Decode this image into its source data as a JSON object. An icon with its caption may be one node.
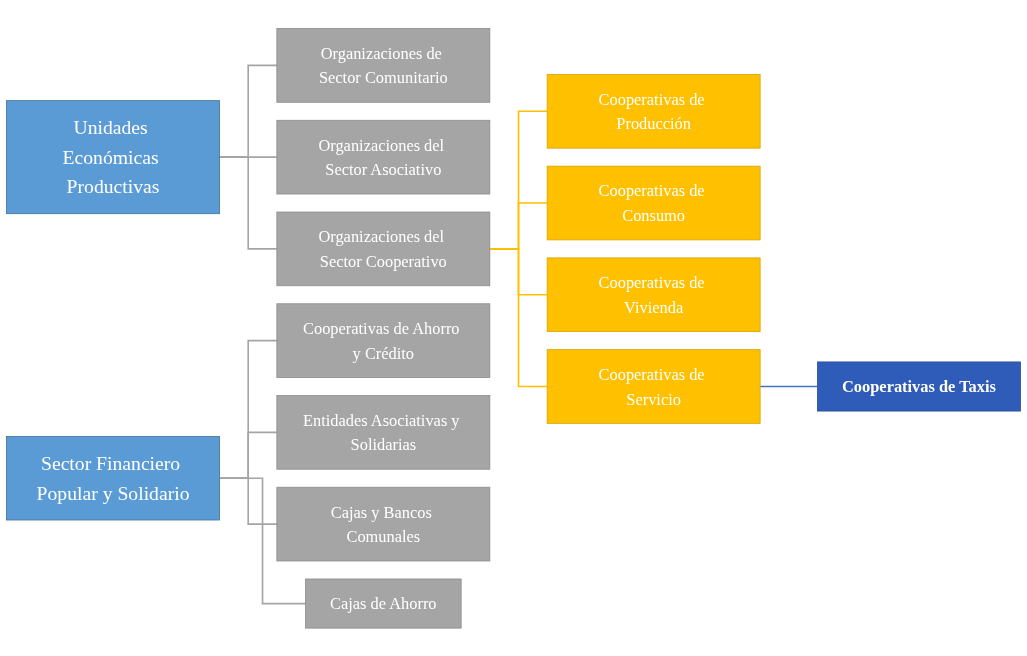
{
  "diagram": {
    "nodes": [
      {
        "text": [
          "Unidades Económicas Productivas"
        ]
      },
      {
        "text": [
          "Organizaciones de Sector Comunitario"
        ]
      },
      {
        "text": [
          "Organizaciones del Sector Asociativo"
        ]
      },
      {
        "text": [
          "Organizaciones del Sector Cooperativo"
        ]
      },
      {
        "text": [
          "Cooperativas de Producción"
        ]
      },
      {
        "text": [
          "Cooperativas de Consumo"
        ]
      },
      {
        "text": [
          "Cooperativas de Vivienda"
        ]
      },
      {
        "text": [
          "Cooperativas de Servicio"
        ]
      },
      {
        "text": [
          "Cooperativas de Taxis"
        ]
      },
      {
        "text": [
          "Sector Financiero Popular y Solidario"
        ]
      },
      {
        "text": [
          "Cooperativas de Ahorro y Crédito"
        ]
      },
      {
        "text": [
          "Entidades Asociativas y Solidarias"
        ]
      },
      {
        "text": [
          "Cajas y Bancos Comunales"
        ]
      },
      {
        "text": [
          "Cajas de Ahorro"
        ]
      }
    ],
    "edges": [
      {
        "from": 0,
        "to": 1,
        "arrow": "none"
      },
      {
        "from": 0,
        "to": 2,
        "arrow": "none"
      },
      {
        "from": 0,
        "to": 3,
        "arrow": "none"
      },
      {
        "from": 3,
        "to": 4,
        "arrow": "none",
        "color": "#ffc000"
      },
      {
        "from": 3,
        "to": 5,
        "arrow": "none",
        "color": "#ffc000"
      },
      {
        "from": 3,
        "to": 6,
        "arrow": "none",
        "color": "#ffc000"
      },
      {
        "from": 3,
        "to": 7,
        "arrow": "none",
        "color": "#ffc000"
      },
      {
        "from": 7,
        "to": 8,
        "arrow": "none",
        "color": "#4472c4"
      },
      {
        "from": 9,
        "to": 10,
        "arrow": "none"
      },
      {
        "from": 9,
        "to": 11,
        "arrow": "none"
      },
      {
        "from": 9,
        "to": 12,
        "arrow": "none"
      },
      {
        "from": 9,
        "to": 13,
        "arrow": "none"
      }
    ]
  }
}
